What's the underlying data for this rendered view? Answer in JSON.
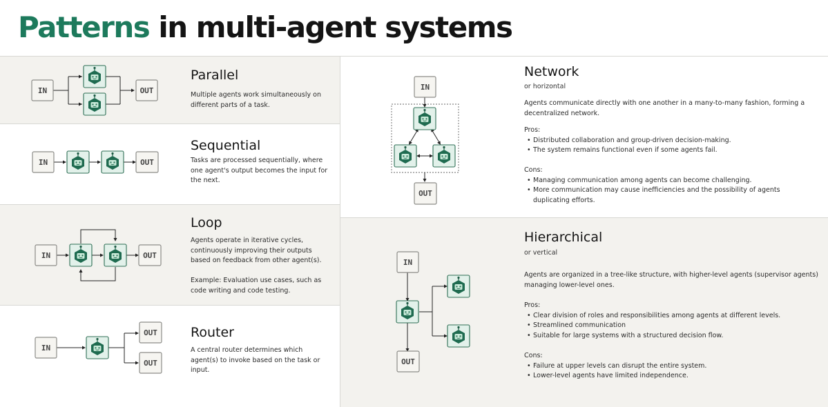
{
  "header": {
    "title_accent": "Patterns",
    "title_rest": "in multi-agent systems"
  },
  "colors": {
    "accent": "#1d7a5c",
    "agent_fill": "#e2f1ea",
    "agent_stroke": "#2d6e54",
    "panel_gray": "#f3f2ee"
  },
  "labels": {
    "in": "IN",
    "out": "OUT"
  },
  "icons": {
    "agent": "robot-agent-icon"
  },
  "patterns": {
    "parallel": {
      "title": "Parallel",
      "desc": [
        "Multiple agents work simultaneously on",
        "different parts of a task."
      ]
    },
    "sequential": {
      "title": "Sequential",
      "desc": [
        "Tasks are processed sequentially, where",
        "one agent's output becomes the input for",
        "the next."
      ]
    },
    "loop": {
      "title": "Loop",
      "desc": [
        "Agents operate in iterative cycles,",
        "continuously improving their outputs",
        "based on feedback from other agent(s)."
      ],
      "example": [
        "Example: Evaluation use cases, such as",
        "code writing and code testing."
      ]
    },
    "router": {
      "title": "Router",
      "desc": [
        "A central router determines which",
        "agent(s) to invoke based on the task or",
        "input."
      ]
    },
    "network": {
      "title": "Network",
      "subtitle": "or horizontal",
      "desc": [
        "Agents communicate directly with one another in a many-to-many fashion, forming a",
        "decentralized network."
      ],
      "pros_label": "Pros:",
      "pros": [
        "Distributed collaboration and group-driven decision-making.",
        "The system remains functional even if some agents fail."
      ],
      "cons_label": "Cons:",
      "cons": [
        "Managing communication among agents can become challenging."
      ],
      "cons_more_1": "More communication may cause inefficiencies and the possibility of agents",
      "cons_more_2": "duplicating efforts."
    },
    "hierarchical": {
      "title": "Hierarchical",
      "subtitle": "or vertical",
      "desc": [
        "Agents are organized in a tree-like structure, with higher-level agents (supervisor agents)",
        "managing lower-level ones."
      ],
      "pros_label": "Pros:",
      "pros": [
        "Clear division of roles and responsibilities among agents at different levels.",
        "Streamlined communication",
        "Suitable for large systems with a structured decision flow."
      ],
      "cons_label": "Cons:",
      "cons": [
        "Failure at upper levels can disrupt the entire system.",
        "Lower-level agents have limited independence."
      ]
    }
  }
}
